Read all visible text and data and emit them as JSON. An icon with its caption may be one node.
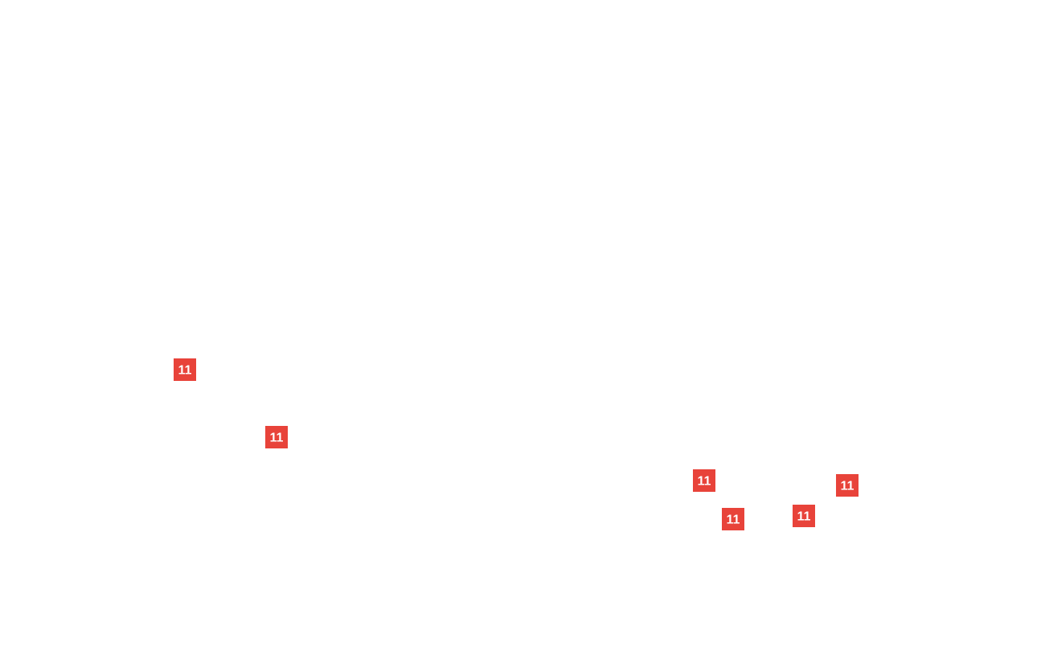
{
  "diagram": {
    "labels": [
      "11",
      "11",
      "11",
      "11",
      "11",
      "11"
    ]
  }
}
